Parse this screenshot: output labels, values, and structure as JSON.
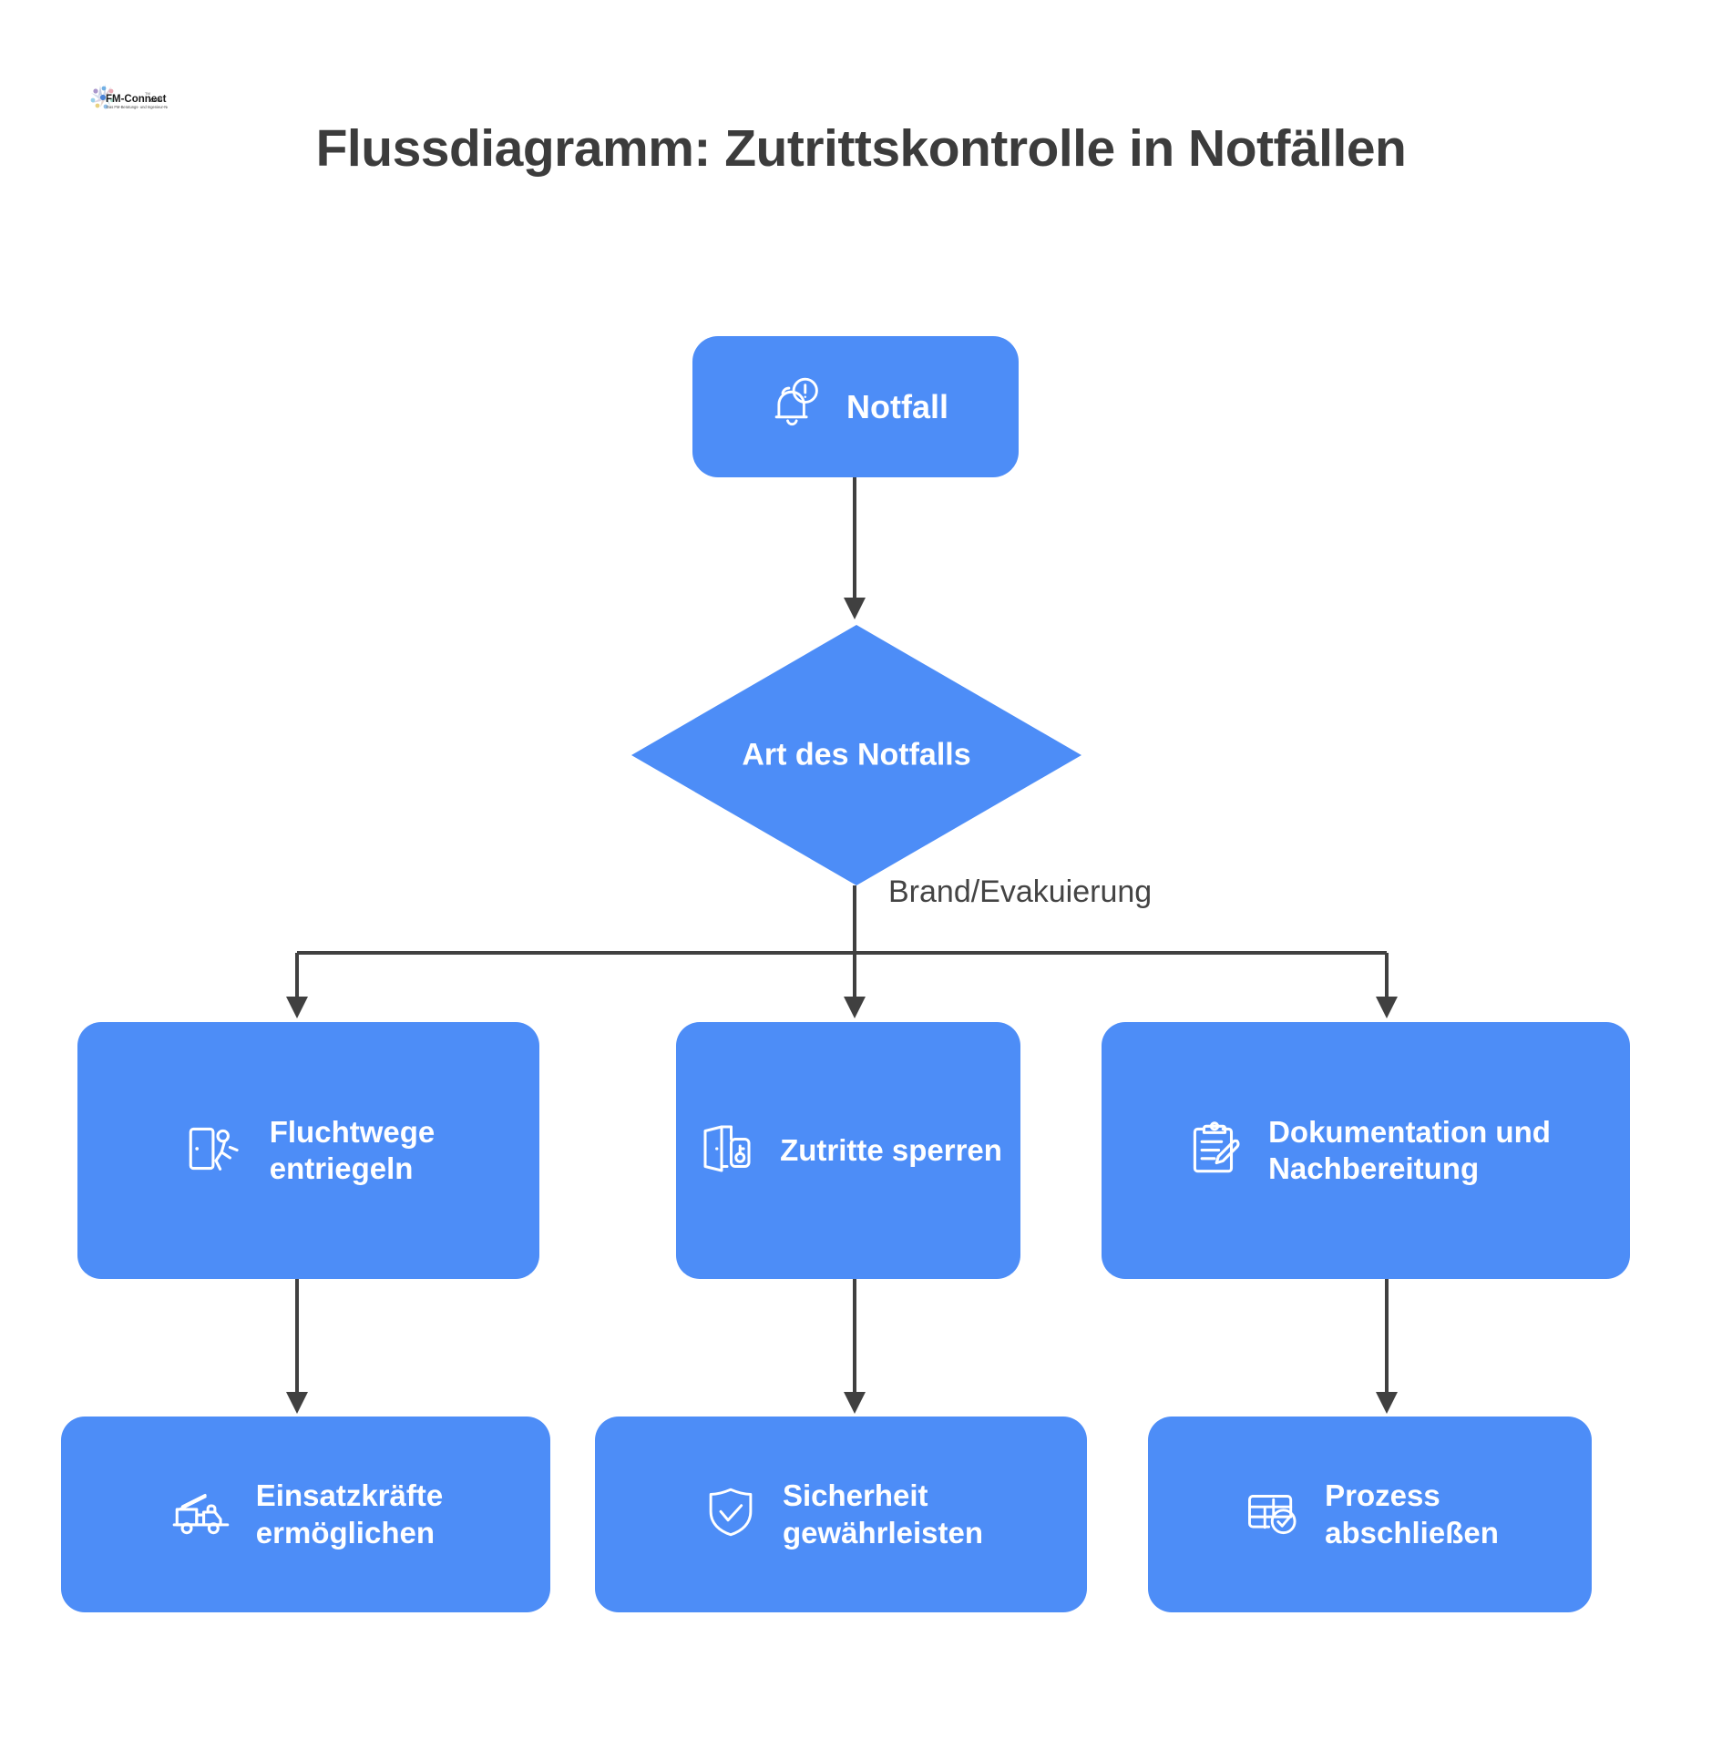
{
  "brand": {
    "logo_text": "FM-Connect.com",
    "logo_tagline": "Das FM-Beratungs- und Ingenieur-Netzwerk",
    "logo_tm": "TM"
  },
  "page": {
    "title": "Flussdiagramm: Zutrittskontrolle in Notfällen",
    "background_color": "#ffffff",
    "node_color": "#4d8df7",
    "connector_color": "#404040",
    "title_color": "#3c3c3c",
    "node_text_color": "#ffffff"
  },
  "diagram": {
    "type": "flowchart",
    "orientation": "top-down",
    "start": {
      "id": "notfall",
      "label": "Notfall",
      "shape": "rounded-rect",
      "icon": "bell-alert-icon"
    },
    "decision": {
      "id": "art-des-notfalls",
      "label": "Art des Notfalls",
      "shape": "diamond"
    },
    "branch_label": "Brand/Evakuierung",
    "middle_row": [
      {
        "id": "fluchtwege",
        "label": "Fluchtwege\nentriegeln",
        "icon": "emergency-exit-icon",
        "shape": "rounded-rect"
      },
      {
        "id": "zutritte-sperren",
        "label": "Zutritte sperren",
        "icon": "door-lock-icon",
        "shape": "rounded-rect"
      },
      {
        "id": "dokumentation",
        "label": "Dokumentation und\nNachbereitung",
        "icon": "clipboard-pencil-icon",
        "shape": "rounded-rect"
      }
    ],
    "bottom_row": [
      {
        "id": "einsatzkraefte",
        "label": "Einsatzkräfte\nermöglichen",
        "icon": "fire-truck-icon",
        "shape": "rounded-rect"
      },
      {
        "id": "sicherheit",
        "label": "Sicherheit\ngewährleisten",
        "icon": "shield-check-icon",
        "shape": "rounded-rect"
      },
      {
        "id": "prozess",
        "label": "Prozess\nabschließen",
        "icon": "table-check-icon",
        "shape": "rounded-rect"
      }
    ],
    "edges": [
      {
        "from": "notfall",
        "to": "art-des-notfalls",
        "label": ""
      },
      {
        "from": "art-des-notfalls",
        "to": "fluchtwege",
        "label": "Brand/Evakuierung"
      },
      {
        "from": "art-des-notfalls",
        "to": "zutritte-sperren",
        "label": "Brand/Evakuierung"
      },
      {
        "from": "art-des-notfalls",
        "to": "dokumentation",
        "label": "Brand/Evakuierung"
      },
      {
        "from": "fluchtwege",
        "to": "einsatzkraefte",
        "label": ""
      },
      {
        "from": "zutritte-sperren",
        "to": "sicherheit",
        "label": ""
      },
      {
        "from": "dokumentation",
        "to": "prozess",
        "label": ""
      }
    ]
  }
}
